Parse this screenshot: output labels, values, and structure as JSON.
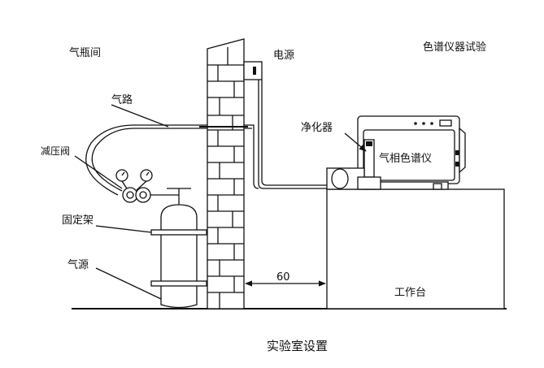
{
  "labels": {
    "gas_cylinder_room": "气瓶间",
    "power": "电源",
    "gc_test": "色谱仪器试验",
    "gas_line": "气路",
    "purifier": "净化器",
    "pressure_valve": "减压阀",
    "gas_chromatograph": "气相色谱仪",
    "fixed_frame": "固定架",
    "gas_source": "气源",
    "distance": "60",
    "workbench": "工作台",
    "caption": "实验室设置"
  }
}
